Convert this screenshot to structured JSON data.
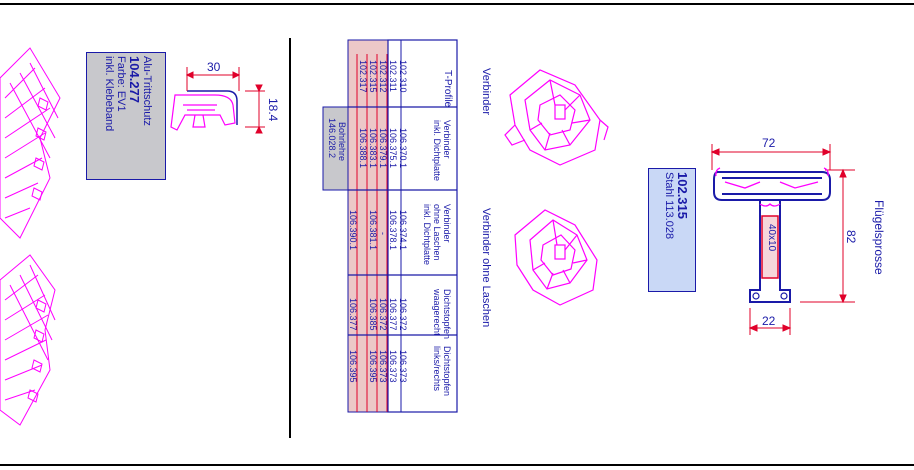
{
  "colors": {
    "line": "#1a1aa8",
    "accent": "#e0002a",
    "part": "#ff00ff",
    "box_grey": "#c8c8cc",
    "box_blue": "#c9d8f6",
    "cell_fill": "#ecc8c8"
  },
  "left_panel": {
    "product": {
      "name": "Alu-Trittschutz",
      "number": "104.277",
      "color": "Farbe: EV1",
      "note": "inkl. Klebeband"
    },
    "dims": {
      "width": "30",
      "height": "18.4"
    }
  },
  "table": {
    "headers": {
      "profile": "T-Profile",
      "verbinder": [
        "Verbinder",
        "inkl. Dichtplatte"
      ],
      "verbinder_ohne": [
        "Verbinder",
        "ohne Laschen",
        "inkl. Dichtplatte"
      ],
      "dicht_waag": [
        "Dichtstopfen",
        "waagerecht"
      ],
      "dicht_links": [
        "Dichtstopfen",
        "links/rechts"
      ]
    },
    "rows": [
      {
        "profile": "102.310",
        "verbinder": "106.370.1",
        "verbinder_ohne": "106.374.1",
        "dicht_waag": "106.372",
        "dicht_links": "106.373"
      },
      {
        "profile": "102.311",
        "verbinder": "106.375.1",
        "verbinder_ohne": "106.378.1",
        "dicht_waag": "106.377",
        "dicht_links": "106.373"
      },
      {
        "profile": "102.312",
        "verbinder": "106.379.1",
        "verbinder_ohne": "-",
        "dicht_waag": "106.372",
        "dicht_links": "106.373"
      },
      {
        "profile": "102.315",
        "verbinder": "106.383.1",
        "verbinder_ohne": "106.381.1",
        "dicht_waag": "106.385",
        "dicht_links": "106.395"
      },
      {
        "profile": "102.317",
        "verbinder": "106.388.1",
        "verbinder_ohne": "106.390.1",
        "dicht_waag": "106.377",
        "dicht_links": "106.395"
      }
    ],
    "bohrlehre": {
      "label": "Bohrlehre",
      "number": "146.028.2"
    }
  },
  "labels": {
    "verbinder": "Verbinder",
    "verbinder_ohne": "Verbinder ohne Laschen"
  },
  "right_panel": {
    "title": "Flügelsprosse",
    "profile": {
      "number": "102.315",
      "steel": "Stahl 113.028"
    },
    "dims": {
      "top": "72",
      "height": "82",
      "bottom": "22",
      "steel_size": "40x10"
    }
  }
}
